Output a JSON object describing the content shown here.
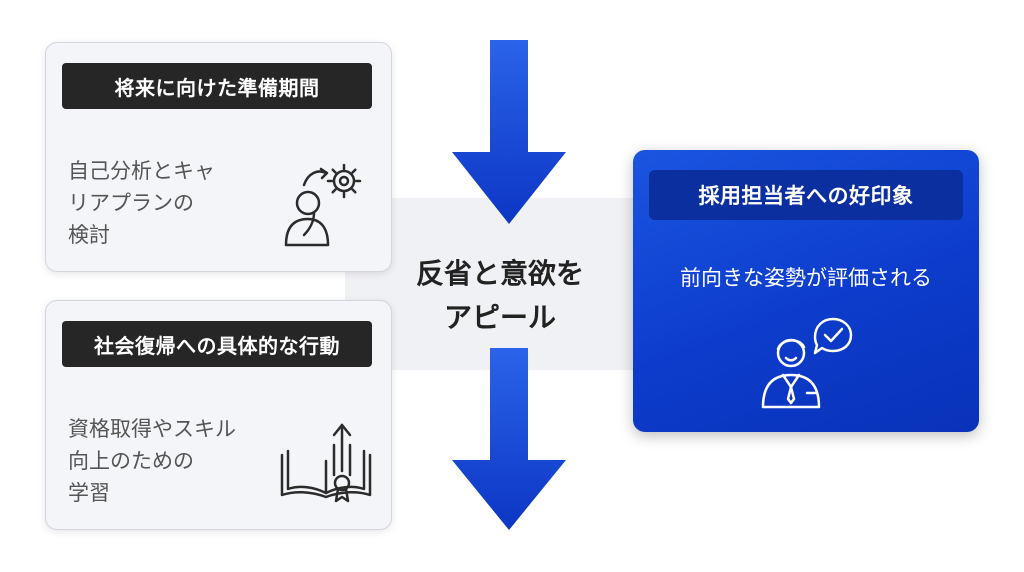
{
  "center": {
    "lines": [
      "反省と意欲を",
      "アピール"
    ]
  },
  "cards": [
    {
      "title": "将来に向けた準備期間",
      "lines": [
        "自己分析とキャ",
        "リアプランの",
        "検討"
      ],
      "icon": "person-thinking-gear-icon"
    },
    {
      "title": "社会復帰への具体的な行動",
      "lines": [
        "資格取得やスキル",
        "向上のための",
        "学習"
      ],
      "icon": "book-growth-arrow-icon"
    }
  ],
  "result": {
    "title": "採用担当者への好印象",
    "desc": "前向きな姿勢が評価される",
    "icon": "businessman-check-icon"
  },
  "colors": {
    "accent": "#0d3ccc",
    "arrow": "#1446d8",
    "title_dark": "#262626"
  }
}
